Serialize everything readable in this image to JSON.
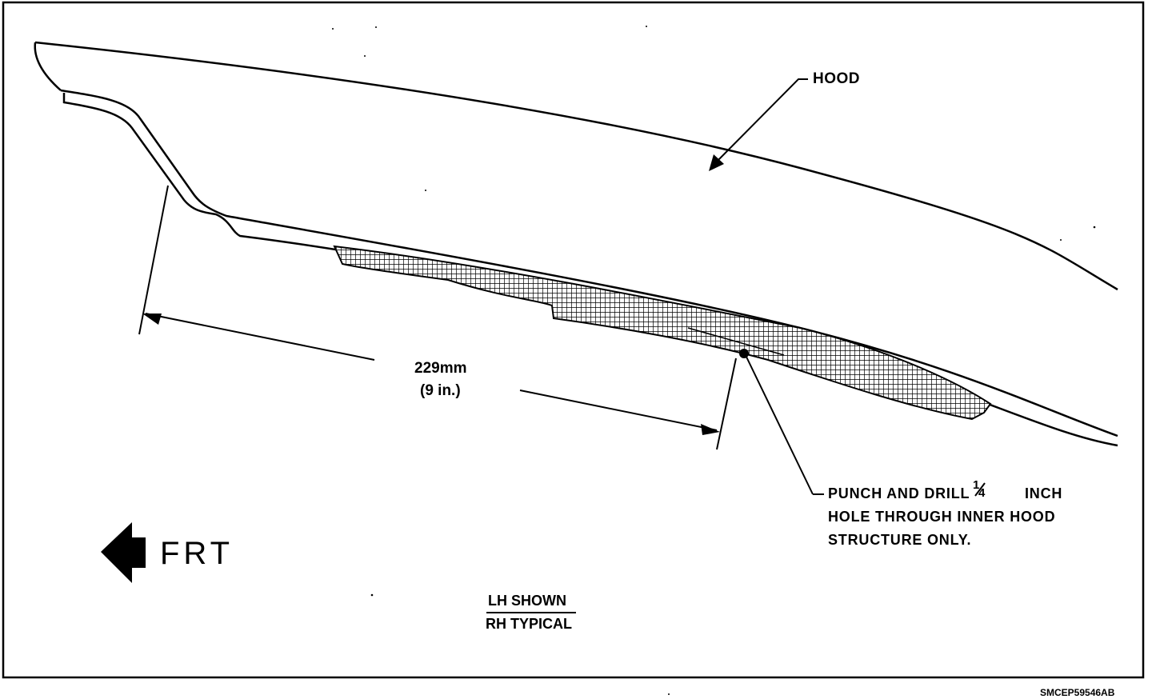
{
  "labels": {
    "hood": "HOOD",
    "dimension_mm": "229mm",
    "dimension_in": "(9 in.)",
    "note_line1_pre": "PUNCH AND DRILL",
    "note_fraction_num": "1",
    "note_fraction_den": "4",
    "note_line1_post": "INCH",
    "note_line2": "HOLE THROUGH INNER HOOD",
    "note_line3": "STRUCTURE ONLY.",
    "front": "FRT",
    "view_line1": "LH SHOWN",
    "view_line2": "RH TYPICAL",
    "figure_code": "SMCEP59546AB"
  },
  "colors": {
    "ink": "#000000",
    "paper": "#ffffff"
  },
  "icons": {
    "front_arrow": "arrow-left-icon"
  }
}
